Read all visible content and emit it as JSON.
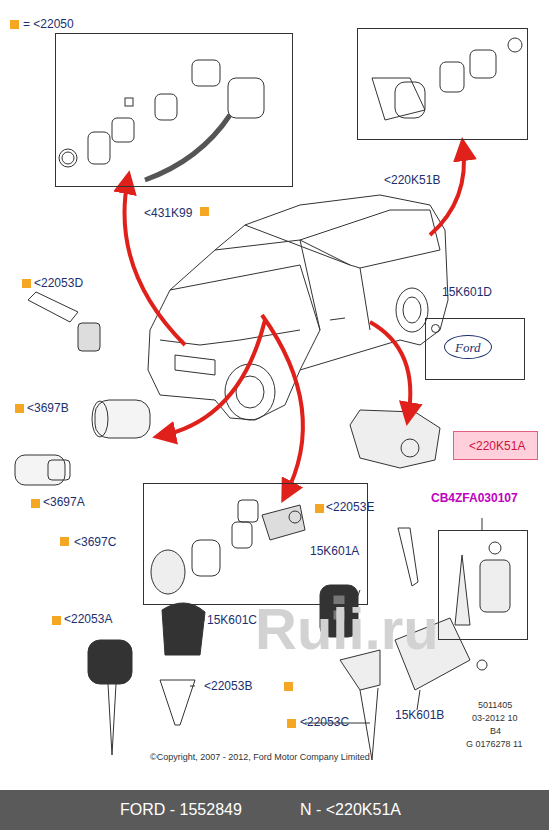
{
  "diagram": {
    "nodes": [
      {
        "text": [
          "<431K99"
        ]
      },
      {
        "text": [
          "<220K51B"
        ]
      },
      {
        "text": [
          "15K601D",
          "Ford"
        ]
      },
      {
        "text": [
          "<220K51A"
        ]
      },
      {
        "text": [
          "<3697C"
        ]
      },
      {
        "text": [
          "CB4ZFA030107"
        ]
      },
      {
        "text": [
          "FORD - 1552849",
          "N - <220K51A"
        ]
      }
    ],
    "labels": [
      "<22053D",
      "<3697B",
      "<3697A",
      "<22053E",
      "15K601A",
      "<22053A",
      "15K601C",
      "<22053B",
      "<22053C",
      "15K601B",
      "5011405",
      "03-2012 10",
      "B4",
      "G 0176278 11",
      "©Copyright, 2007 - 2012, Ford Motor Company Limited",
      "Ruli.ru"
    ],
    "legend": [
      {
        "text": "= <22050",
        "color": "#f5a623"
      }
    ]
  }
}
